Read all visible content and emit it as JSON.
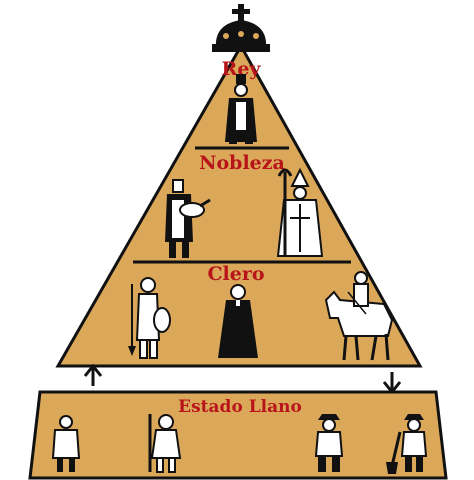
{
  "pyramid": {
    "tiers": [
      {
        "label": "Rey"
      },
      {
        "label": "Nobleza"
      },
      {
        "label": "Clero"
      }
    ],
    "base": {
      "label": "Estado Llano"
    },
    "colors": {
      "fill": "#dba85a",
      "outline": "#111111",
      "label": "#b8141a"
    },
    "icons": {
      "crown": "crown-icon",
      "arrow_up": "arrow-up-icon",
      "arrow_down": "arrow-down-icon"
    }
  }
}
